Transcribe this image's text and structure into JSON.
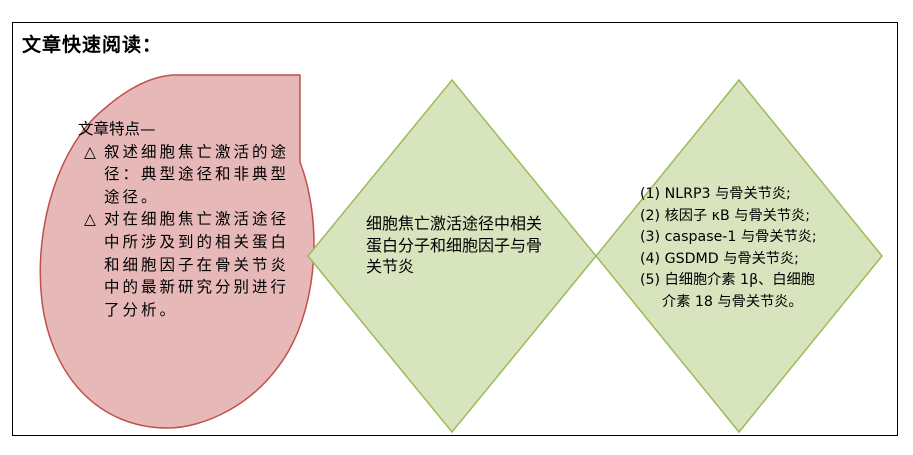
{
  "heading": "文章快速阅读：",
  "left_box": {
    "title": "文章特点—",
    "bullet_symbol": "△",
    "bullets": [
      "叙述细胞焦亡激活的途径：典型途径和非典型途径。",
      "对在细胞焦亡激活途径中所涉及到的相关蛋白和细胞因子在骨关节炎中的最新研究分别进行了分析。"
    ],
    "fill": "#e6b9b8",
    "stroke": "#c0504d"
  },
  "middle_box": {
    "text": "细胞焦亡激活途径中相关蛋白分子和细胞因子与骨关节炎",
    "fill": "#d7e4bd",
    "stroke": "#9bbb59"
  },
  "right_box": {
    "items": [
      "(1) NLRP3 与骨关节炎;",
      "(2) 核因子 κB 与骨关节炎;",
      "(3) caspase-1 与骨关节炎;",
      "(4) GSDMD 与骨关节炎;",
      "(5) 白细胞介素 1β、白细胞",
      "介素 18 与骨关节炎。"
    ],
    "fill": "#d7e4bd",
    "stroke": "#9bbb59"
  }
}
